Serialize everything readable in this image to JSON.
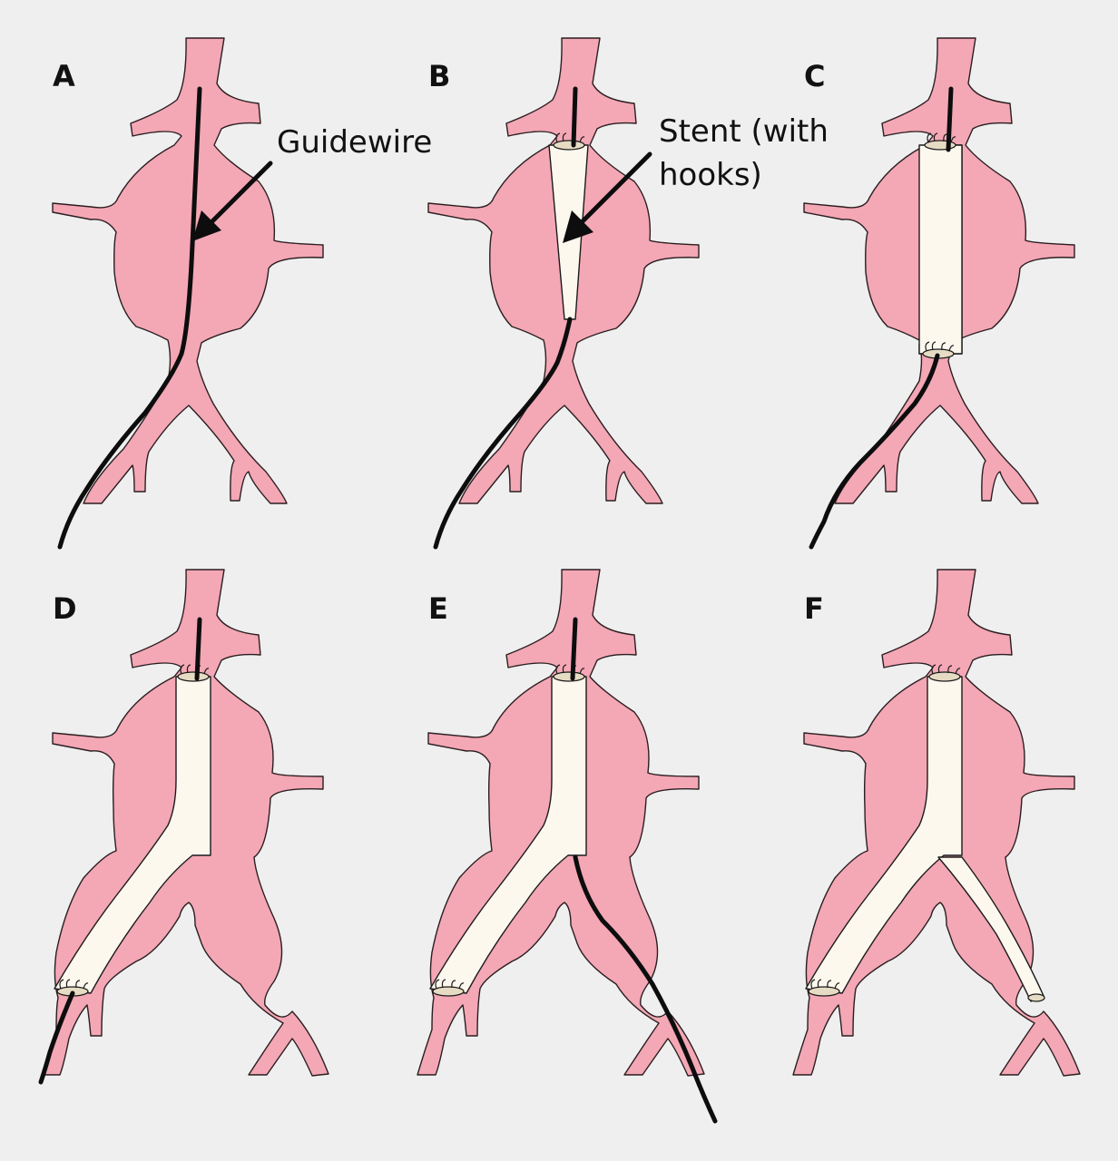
{
  "panels": [
    {
      "letter": "A"
    },
    {
      "letter": "B"
    },
    {
      "letter": "C"
    },
    {
      "letter": "D"
    },
    {
      "letter": "E"
    },
    {
      "letter": "F"
    }
  ],
  "callouts": {
    "guidewire": "Guidewire",
    "stent_line1": "Stent (with",
    "stent_line2": "hooks)"
  },
  "colors": {
    "background": "#efefef",
    "vessel": "#f4a7b5",
    "stent": "#fdf8ee",
    "guidewire": "#0d0d0d"
  }
}
